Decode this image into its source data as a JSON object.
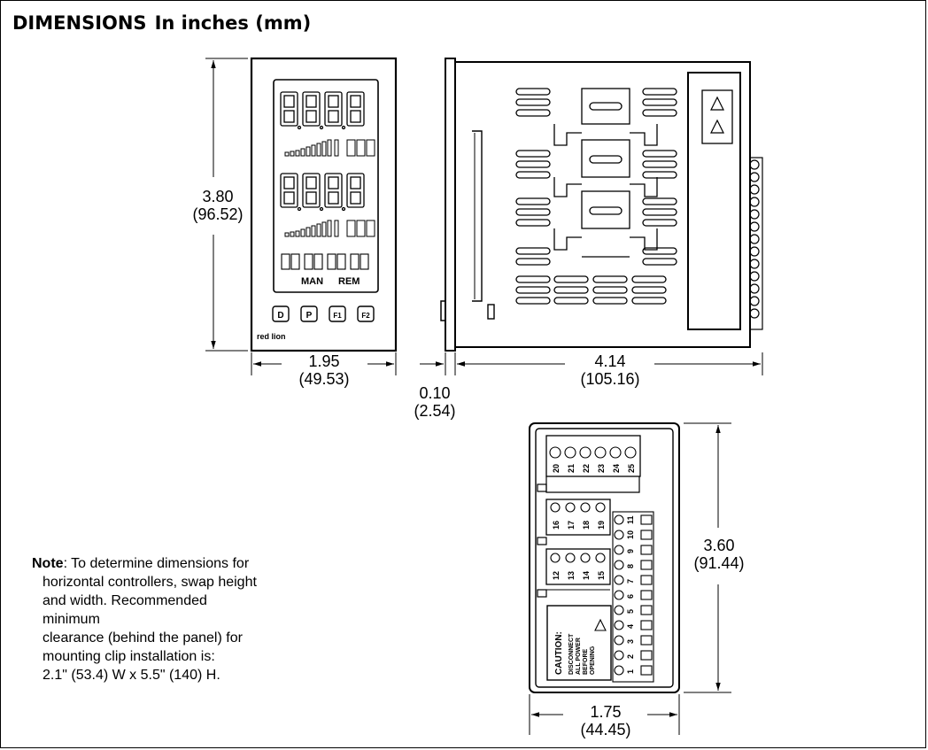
{
  "title": {
    "main": "DIMENSIONS",
    "sub": "In inches (mm)"
  },
  "dimensions": {
    "front_height": {
      "inches": "3.80",
      "mm": "(96.52)"
    },
    "front_width": {
      "inches": "1.95",
      "mm": "(49.53)"
    },
    "bezel_depth": {
      "inches": "0.10",
      "mm": "(2.54)"
    },
    "side_depth": {
      "inches": "4.14",
      "mm": "(105.16)"
    },
    "rear_height": {
      "inches": "3.60",
      "mm": "(91.44)"
    },
    "rear_width": {
      "inches": "1.75",
      "mm": "(44.45)"
    }
  },
  "front_panel": {
    "brand": "red lion",
    "mode_labels": [
      "MAN",
      "REM"
    ],
    "buttons": [
      "D",
      "P",
      "F1",
      "F2"
    ]
  },
  "rear_panel": {
    "top_terminals": [
      "20",
      "21",
      "22",
      "23",
      "24",
      "25"
    ],
    "mid_terminals_a": [
      "16",
      "17",
      "18",
      "19"
    ],
    "mid_terminals_b": [
      "12",
      "13",
      "14",
      "15"
    ],
    "right_terminals": [
      "11",
      "10",
      "9",
      "8",
      "7",
      "6",
      "5",
      "4",
      "3",
      "2",
      "1"
    ],
    "caution_lines": [
      "CAUTION:",
      "DISCONNECT",
      "ALL POWER",
      "BEFORE",
      "OPENING"
    ]
  },
  "note": {
    "label": "Note",
    "text_first": ": To determine dimensions for",
    "lines": [
      "horizontal controllers, swap height",
      "and width. Recommended minimum",
      "clearance (behind the panel) for",
      "mounting clip installation is:",
      "2.1\" (53.4) W x 5.5\" (140) H."
    ]
  }
}
